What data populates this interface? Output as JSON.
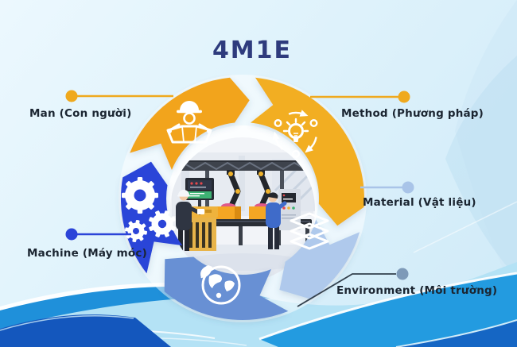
{
  "title": "4M1E",
  "title_color": "#2E3B7D",
  "label_color": "#1B2531",
  "background": {
    "top_left": "#ECF8FE",
    "bottom_right": "#CFEAF8"
  },
  "diagram": {
    "center_illustration": "factory-assembly-line",
    "segments": [
      {
        "name": "Man",
        "label": "Man (Con người)",
        "color": "#F2A41C",
        "icon": "worker-icon",
        "connector_color": "#EFA91E"
      },
      {
        "name": "Method",
        "label": "Method (Phương pháp)",
        "color": "#F2AE24",
        "icon": "idea-process-icon",
        "connector_color": "#EFA91E"
      },
      {
        "name": "Material",
        "label": "Material (Vật liệu)",
        "color": "#AFC9EC",
        "icon": "layers-icon",
        "connector_color": "#A9C4E8"
      },
      {
        "name": "Environment",
        "label": "Environment (Môi trường)",
        "color": "#6890D4",
        "icon": "globe-leaf-icon",
        "connector_color": "#7E9AB8",
        "line_color": "#33404D"
      },
      {
        "name": "Machine",
        "label": "Machine (Máy móc)",
        "color": "#2B44D8",
        "icon": "gears-icon",
        "connector_color": "#2B44D8"
      }
    ]
  },
  "waves": {
    "light": "#B4E2F5",
    "bright_right": "#239BE0",
    "bright_left": "#1F90DA",
    "navy_left": "#1457BD",
    "deep_right": "#1566C4"
  }
}
